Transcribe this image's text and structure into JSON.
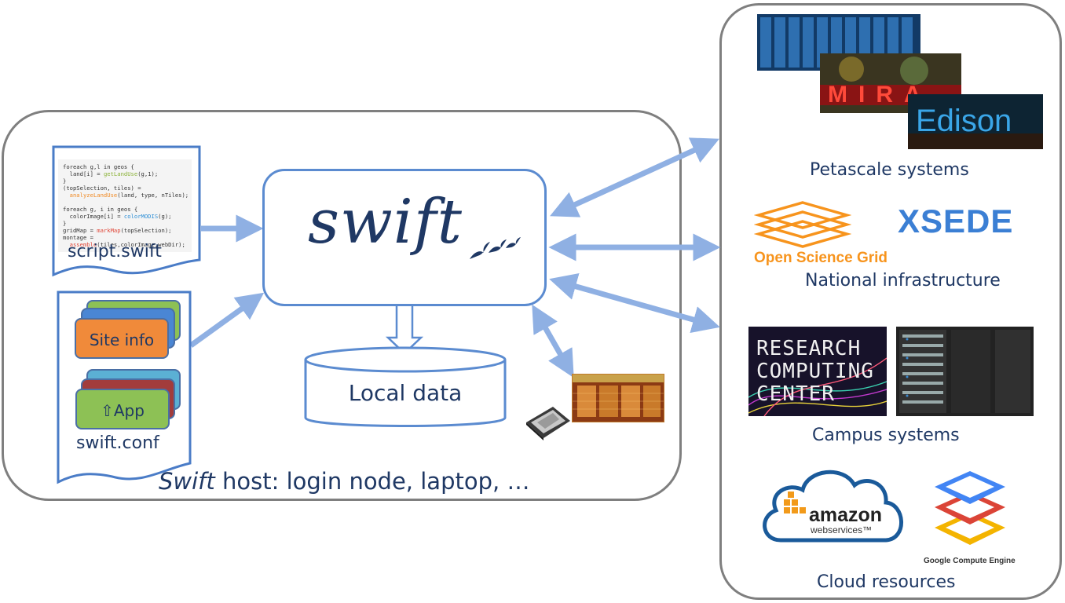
{
  "host": {
    "label_em": "Swift",
    "label_rest": " host: login node, laptop, …"
  },
  "script": {
    "label": "script.swift",
    "code": [
      {
        "t": "foreach g,l in geos {"
      },
      {
        "t": "  land[i] = ",
        "k": "getLandUse",
        "r": "(g,1);"
      },
      {
        "t": "}"
      },
      {
        "t": "(topSelection, tiles) ="
      },
      {
        "t": "  ",
        "o": "analyzeLandUse",
        "r": "(land, type, nTiles);"
      },
      {
        "t": ""
      },
      {
        "t": "foreach g, i in geos {"
      },
      {
        "t": "  colorImage[i] = ",
        "b": "colorMODIS",
        "r": "(g);"
      },
      {
        "t": "}"
      },
      {
        "t": "gridMap = ",
        "d": "markMap",
        "r": "(topSelection);"
      },
      {
        "t": "montage ="
      },
      {
        "t": "  ",
        "d": "assemble",
        "r": "(tiles,colorImage,webDir);"
      }
    ]
  },
  "conf": {
    "label": "swift.conf",
    "site_info": "Site info",
    "app": "⇧App"
  },
  "swift_logo": {
    "word": "swift"
  },
  "local_data": {
    "label": "Local data"
  },
  "right": {
    "petascale": {
      "label": "Petascale systems",
      "mira": "MIRA",
      "edison": "Edison"
    },
    "national": {
      "label": "National infrastructure",
      "osg": "Open Science Grid",
      "xsede": "XSEDE"
    },
    "campus": {
      "label": "Campus systems",
      "rcc_lines": [
        "RESEARCH",
        "COMPUTING",
        "CENTER"
      ]
    },
    "cloud": {
      "label": "Cloud resources",
      "amazon": "amazon",
      "webservices": "webservices™",
      "gce": "Google Compute Engine"
    }
  },
  "colors": {
    "arrow": "#8fb0e3",
    "box_border": "#7f7f7f",
    "swift_border": "#5b8bd0",
    "text": "#1f3864",
    "site_info": "#f08a3a",
    "app": "#8dc155",
    "osg": "#f7941d",
    "xsede": "#3b7fd4"
  }
}
